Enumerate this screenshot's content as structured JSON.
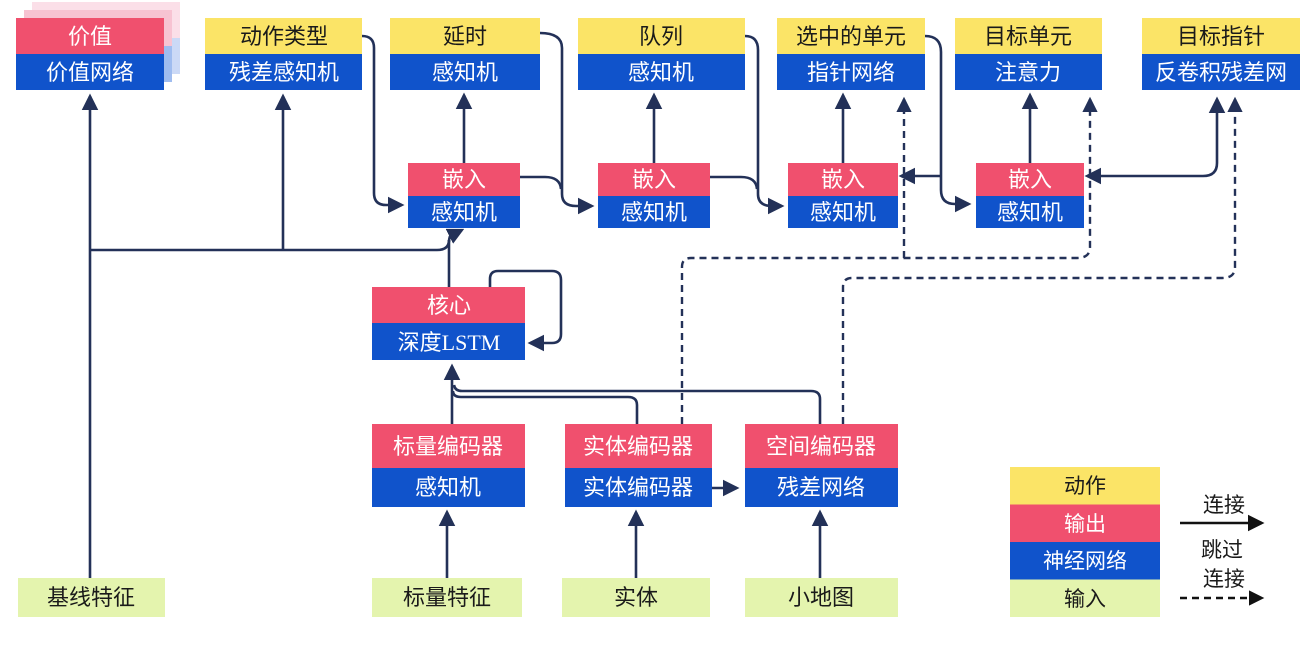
{
  "colors": {
    "action": "#FBE467",
    "output": "#F0506E",
    "network": "#1053CB",
    "input": "#E4F4AE",
    "line": "#233158",
    "legend_arrow": "#111111",
    "stack_pink": "#F7C3D2",
    "stack_pink2": "#FBDFE8",
    "stack_blue": "#9FBCEF",
    "stack_blue2": "#CBD9F6"
  },
  "nodes": {
    "value": {
      "head": "价值",
      "body": "价值网络"
    },
    "action_type": {
      "head": "动作类型",
      "body": "残差感知机"
    },
    "delay": {
      "head": "延时",
      "body": "感知机"
    },
    "queue": {
      "head": "队列",
      "body": "感知机"
    },
    "selected_units": {
      "head": "选中的单元",
      "body": "指针网络"
    },
    "target_unit": {
      "head": "目标单元",
      "body": "注意力"
    },
    "target_point": {
      "head": "目标指针",
      "body": "反卷积残差网"
    },
    "embed1": {
      "head": "嵌入",
      "body": "感知机"
    },
    "embed2": {
      "head": "嵌入",
      "body": "感知机"
    },
    "embed3": {
      "head": "嵌入",
      "body": "感知机"
    },
    "embed4": {
      "head": "嵌入",
      "body": "感知机"
    },
    "core": {
      "head": "核心",
      "body": "深度LSTM"
    },
    "scalar_encoder": {
      "head": "标量编码器",
      "body": "感知机"
    },
    "entity_encoder": {
      "head": "实体编码器",
      "body": "实体编码器"
    },
    "spatial_encoder": {
      "head": "空间编码器",
      "body": "残差网络"
    },
    "baseline_features": "基线特征",
    "scalar_features": "标量特征",
    "entities": "实体",
    "minimap": "小地图"
  },
  "legend": {
    "items": [
      {
        "label": "动作",
        "type": "action"
      },
      {
        "label": "输出",
        "type": "output"
      },
      {
        "label": "神经网络",
        "type": "network"
      },
      {
        "label": "输入",
        "type": "input"
      }
    ],
    "connection": "连接",
    "skip_line1": "跳过",
    "skip_line2": "连接"
  }
}
